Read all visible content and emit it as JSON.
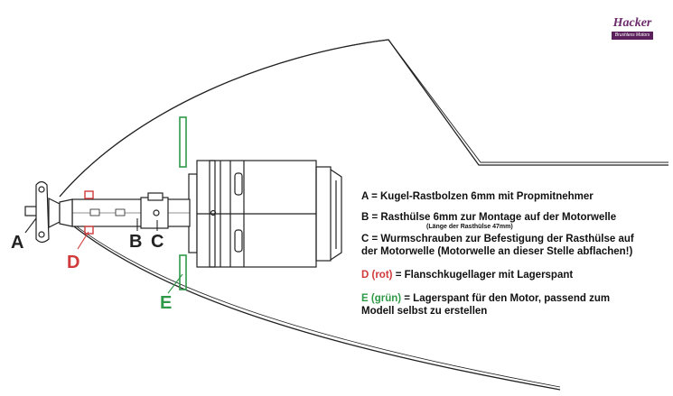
{
  "logo": {
    "brand": "Hacker",
    "tagline": "Brushless Motors"
  },
  "labels": {
    "a": "A",
    "b": "B",
    "c": "C",
    "d": "D",
    "e": "E"
  },
  "legend": {
    "a": "A = Kugel-Rastbolzen 6mm mit Propmitnehmer",
    "b": "B = Rasthülse 6mm zur Montage auf der Motorwelle",
    "b_note": "(Länge der Rasthülse 47mm)",
    "c_line1": "C = Wurmschrauben zur Befestigung der Rasthülse auf",
    "c_line2": "der Motorwelle (Motorwelle an dieser Stelle abflachen!)",
    "d_key": "D (rot)",
    "d_text": " = Flanschkugellager mit Lagerspant",
    "e_key": "E (grün)",
    "e_text_line1": " = Lagerspant für den Motor, passend zum",
    "e_text_line2": "Modell selbst zu erstellen"
  },
  "colors": {
    "line": "#222222",
    "red": "#d03a3a",
    "green": "#2e9a48",
    "logo": "#6b2a6b"
  }
}
